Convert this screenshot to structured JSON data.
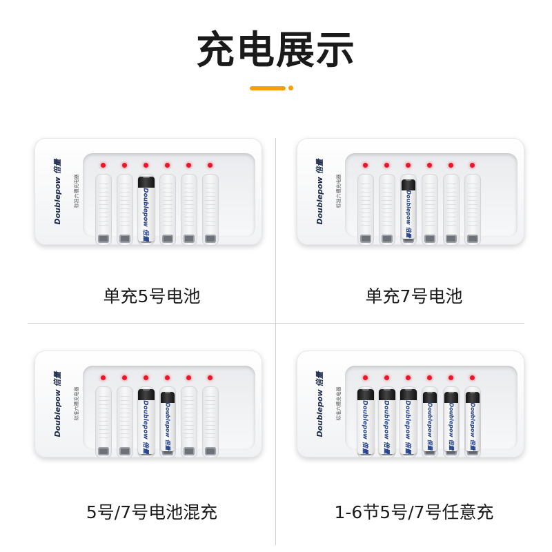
{
  "header": {
    "title": "充电展示"
  },
  "brand": {
    "name": "Doublepow 倍量",
    "subtitle": "标准六槽充电器"
  },
  "battery_label": "Doublepow 倍量",
  "panels": [
    {
      "caption": "单充5号电池",
      "batteries": [
        {
          "slot": 3,
          "size": "AA"
        }
      ]
    },
    {
      "caption": "单充7号电池",
      "batteries": [
        {
          "slot": 3,
          "size": "AAA"
        }
      ]
    },
    {
      "caption": "5号/7号电池混充",
      "batteries": [
        {
          "slot": 3,
          "size": "AA"
        },
        {
          "slot": 4,
          "size": "AAA"
        }
      ]
    },
    {
      "caption": "1-6节5号/7号任意充",
      "batteries": [
        {
          "slot": 1,
          "size": "AA"
        },
        {
          "slot": 2,
          "size": "AA"
        },
        {
          "slot": 3,
          "size": "AA"
        },
        {
          "slot": 4,
          "size": "AAA"
        },
        {
          "slot": 5,
          "size": "AAA"
        },
        {
          "slot": 6,
          "size": "AAA"
        }
      ]
    }
  ],
  "colors": {
    "accent": "#f5a00a",
    "led": "#e8172a",
    "brand_blue": "#1f3d8c"
  }
}
